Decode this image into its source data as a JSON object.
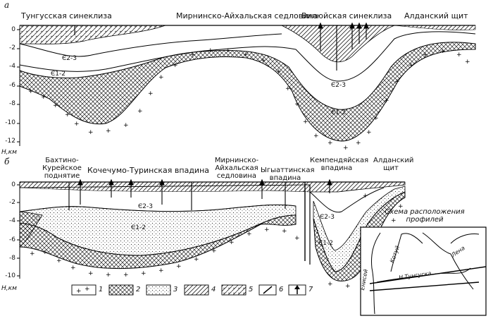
{
  "panel_a": {
    "letter": "а",
    "regions": [
      "Тунгусская синеклиза",
      "Мирнинско-Айхальская седловина",
      "Вилюйская синеклиза",
      "Алданский щит"
    ],
    "depth_ticks": [
      "0",
      "-2",
      "-4",
      "-6",
      "-8",
      "-10",
      "-12"
    ],
    "axis_unit": "Н,км",
    "layer_labels": [
      "Є2-3",
      "Є1-2",
      "Є2-3",
      "Є1-2"
    ]
  },
  "panel_b": {
    "letter": "б",
    "regions": [
      "Бахтино-Курейское поднятие",
      "Кочечумо-Туринская впадина",
      "Мирнинско-Айхальская седловина",
      "Ыгыаттинская впадина",
      "Кемпендяйская впадина",
      "Алданский щит"
    ],
    "depth_ticks": [
      "0",
      "-2",
      "-4",
      "-6",
      "-8",
      "-10"
    ],
    "axis_unit": "Н,км",
    "layer_labels": [
      "Є2-3",
      "Є1-2",
      "Є2-3",
      "Є1-2"
    ]
  },
  "legend": {
    "items": [
      "1",
      "2",
      "3",
      "4",
      "5",
      "6",
      "7"
    ]
  },
  "inset": {
    "title": "Схема расположения профилей",
    "rivers": [
      "Котуй",
      "Лена",
      "Енисей",
      "Н.Тунгуска"
    ]
  }
}
